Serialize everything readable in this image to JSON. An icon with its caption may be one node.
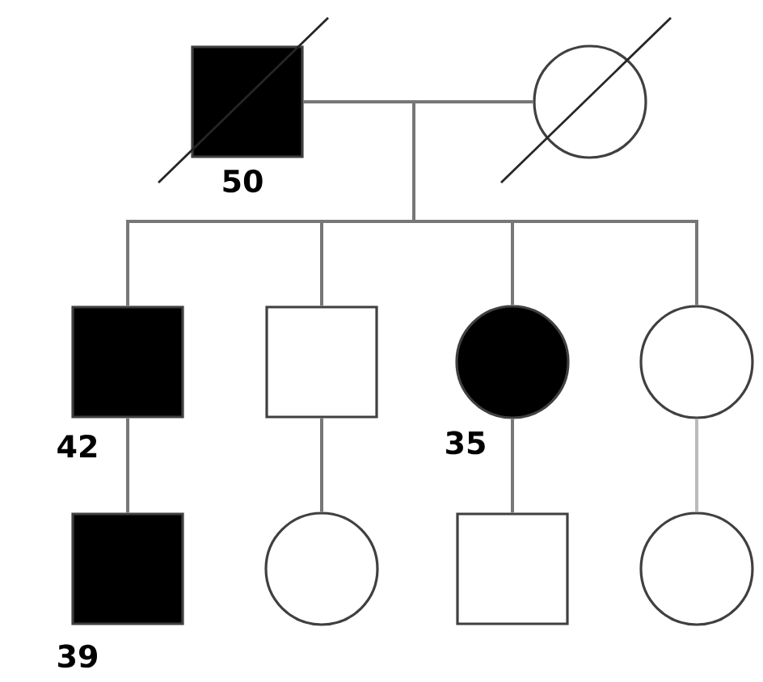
{
  "diagram": {
    "nodes": [
      {
        "text": [],
        "shape": "box",
        "beside": [
          "50"
        ]
      },
      {
        "text": [],
        "shape": "circle"
      },
      {
        "text": [],
        "shape": "box",
        "beside": [
          "42"
        ]
      },
      {
        "text": [],
        "shape": "box"
      },
      {
        "text": [],
        "shape": "circle",
        "beside": [
          "35"
        ]
      },
      {
        "text": [],
        "shape": "circle"
      },
      {
        "text": [],
        "shape": "box",
        "beside": [
          "39"
        ]
      },
      {
        "text": [],
        "shape": "circle"
      },
      {
        "text": [],
        "shape": "box"
      },
      {
        "text": [],
        "shape": "circle"
      }
    ],
    "edges": [
      {
        "from": 0,
        "to": 1,
        "arrow": "none"
      },
      {
        "from": 0,
        "to": 2,
        "arrow": "none"
      },
      {
        "from": 0,
        "to": 3,
        "arrow": "none"
      },
      {
        "from": 0,
        "to": 4,
        "arrow": "none"
      },
      {
        "from": 0,
        "to": 5,
        "arrow": "none"
      },
      {
        "from": 2,
        "to": 6,
        "arrow": "none"
      },
      {
        "from": 3,
        "to": 7,
        "arrow": "none"
      },
      {
        "from": 4,
        "to": 8,
        "arrow": "none"
      },
      {
        "from": 5,
        "to": 9,
        "arrow": "none",
        "color": "#bbbbbb"
      }
    ]
  }
}
